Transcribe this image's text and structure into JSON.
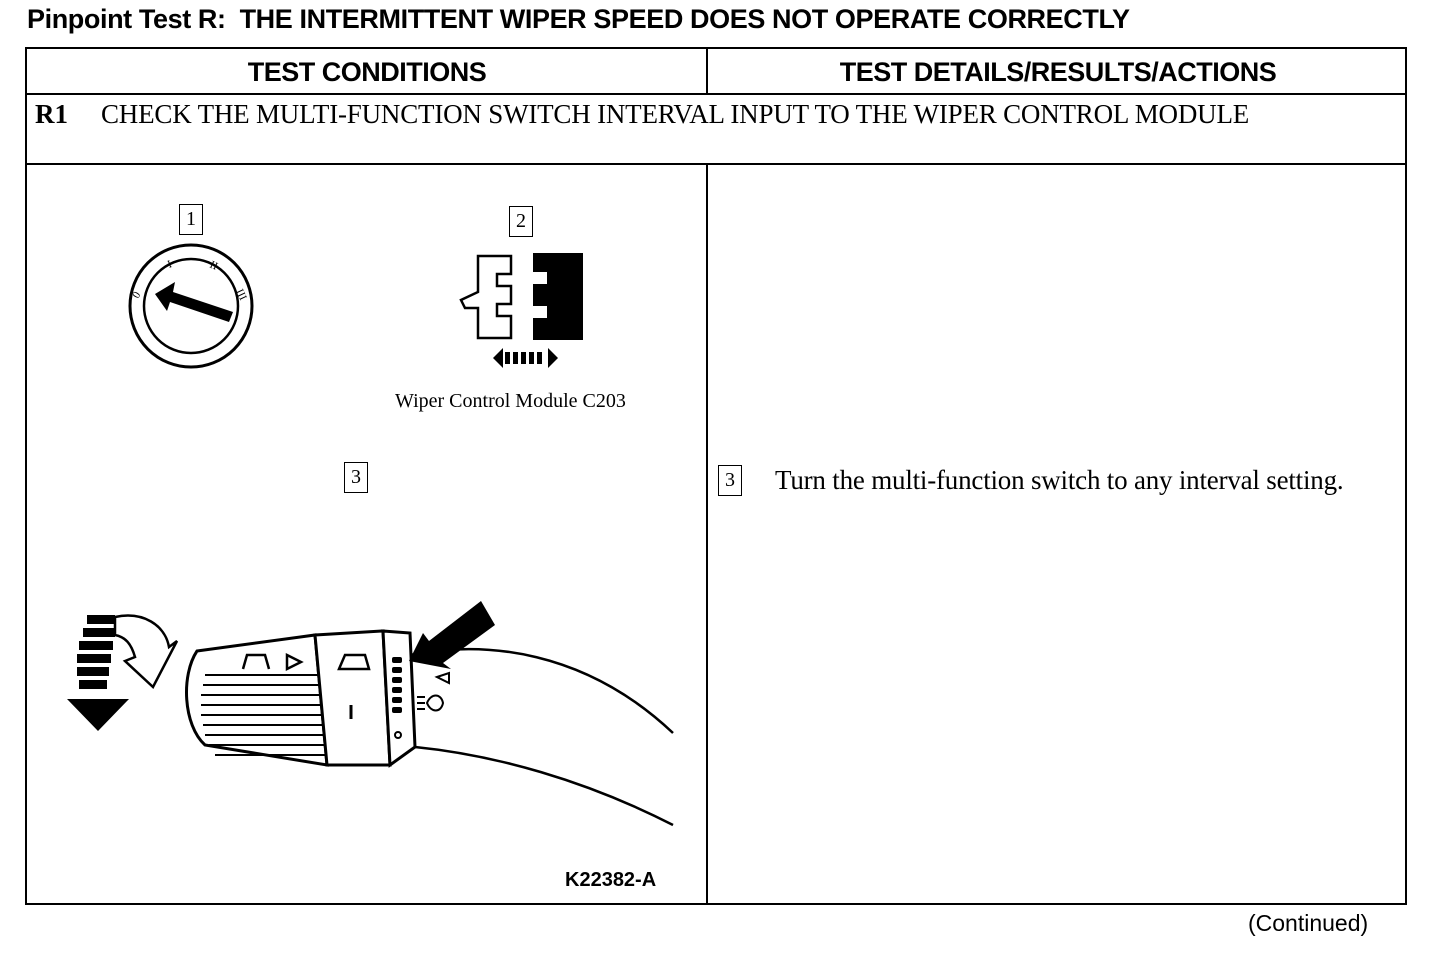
{
  "header": {
    "test_label": "Pinpoint Test R:",
    "title": "THE INTERMITTENT WIPER SPEED DOES NOT OPERATE CORRECTLY"
  },
  "table": {
    "col_left_header": "TEST CONDITIONS",
    "col_right_header": "TEST DETAILS/RESULTS/ACTIONS"
  },
  "step": {
    "id": "R1",
    "title": "CHECK THE MULTI-FUNCTION SWITCH INTERVAL INPUT TO THE WIPER CONTROL MODULE"
  },
  "figure": {
    "callouts": [
      "1",
      "2",
      "3"
    ],
    "ignition_positions": [
      "0",
      "I",
      "II",
      "III"
    ],
    "connector_caption": "Wiper Control Module C203",
    "figure_id": "K22382-A"
  },
  "action": {
    "callout": "3",
    "text": "Turn the multi-function switch to any interval setting."
  },
  "footer": {
    "continued": "(Continued)"
  }
}
